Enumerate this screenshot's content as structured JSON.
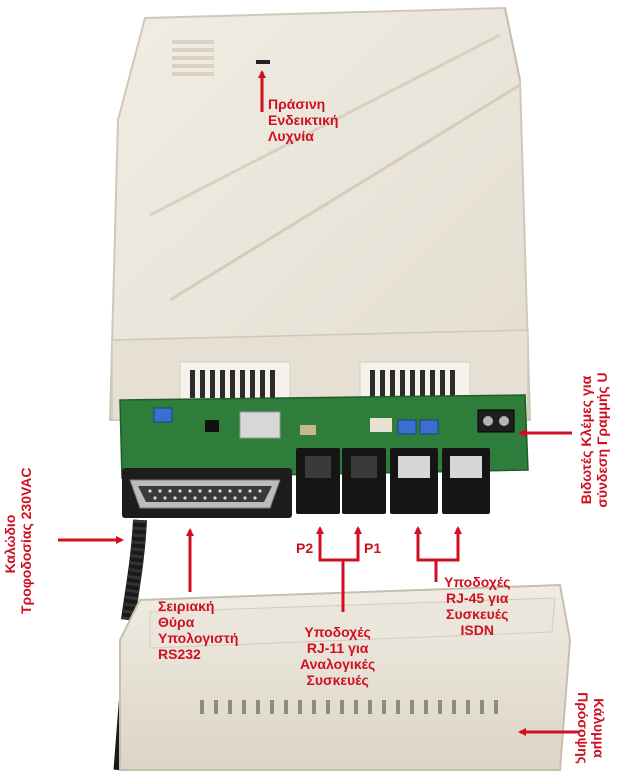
{
  "colors": {
    "label": "#d01020",
    "arrow": "#d01020",
    "housing": "#ece7dc",
    "housing_shadow": "#cfc8b8",
    "pcb": "#2f7d3a",
    "port": "#1a1a1a"
  },
  "labels": {
    "green_led": [
      "Πράσινη",
      "Ενδεικτική",
      "Λυχνία"
    ],
    "power_cable": [
      "Καλώδιο",
      "Τροφοδοσίας 230VAC"
    ],
    "screw_terminals": [
      "Βιδωτές Κλέμες για",
      "σύνδεση Γραμμής U"
    ],
    "serial_port": [
      "Σειριακή",
      "Θύρα",
      "Υπολογιστή",
      "RS232"
    ],
    "p2": "P2",
    "p1": "P1",
    "rj11": [
      "Υποδοχές",
      "RJ-11 για",
      "Αναλογικές",
      "Συσκευές"
    ],
    "rj45": [
      "Υποδοχές",
      "RJ-45 για",
      "Συσκευές",
      "ISDN"
    ],
    "front_cover": [
      "Κάλυμμα",
      "Πρόσοψης"
    ]
  },
  "icons": {
    "arrow": "arrow-icon"
  }
}
